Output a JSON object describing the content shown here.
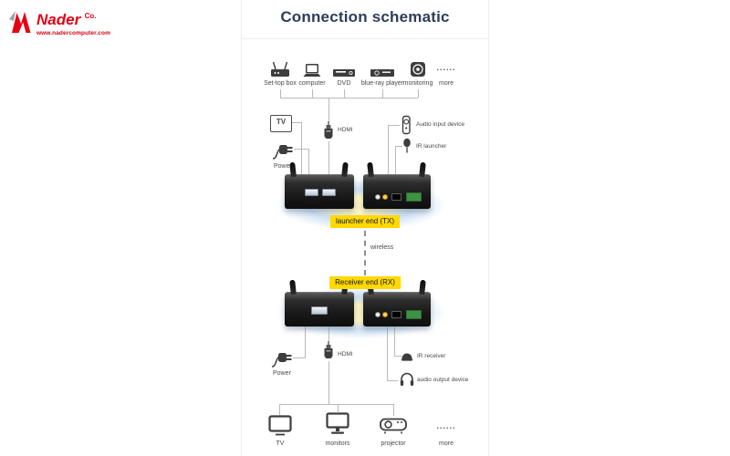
{
  "logo": {
    "brand": "Nader",
    "suffix": "Co.",
    "website": "www.nadercomputer.com"
  },
  "title": "Connection schematic",
  "sources": {
    "items": [
      {
        "label": "Set-top box",
        "icon": "set-top-box-icon"
      },
      {
        "label": "computer",
        "icon": "laptop-icon"
      },
      {
        "label": "DVD",
        "icon": "dvd-player-icon"
      },
      {
        "label": "blue-ray player",
        "icon": "bluray-player-icon"
      },
      {
        "label": "monitoring",
        "icon": "camera-icon"
      },
      {
        "label": "more",
        "icon": "ellipsis-dots",
        "dots": "......"
      }
    ]
  },
  "tx": {
    "tv_label": "TV",
    "power_label": "Power",
    "hdmi_label": "HDMI",
    "audio_input_label": "Audio input device",
    "ir_launcher_label": "IR launcher",
    "tag": "launcher end (TX)"
  },
  "link": {
    "wireless_label": "wireless"
  },
  "rx": {
    "tag": "Receiver end (RX)",
    "power_label": "Power",
    "hdmi_label": "HDMI",
    "ir_receiver_label": "IR receiver",
    "audio_output_label": "audio output device"
  },
  "outputs": {
    "items": [
      {
        "label": "TV",
        "icon": "tv-icon"
      },
      {
        "label": "monitors",
        "icon": "monitor-icon"
      },
      {
        "label": "projector",
        "icon": "projector-icon"
      },
      {
        "label": "more",
        "icon": "ellipsis-dots",
        "dots": "......"
      }
    ]
  },
  "colors": {
    "accent_red": "#e60013",
    "highlight_yellow": "#ffd900",
    "title_navy": "#2e3d59",
    "device_black": "#191919",
    "halo_blue": "#c4dbf2"
  }
}
